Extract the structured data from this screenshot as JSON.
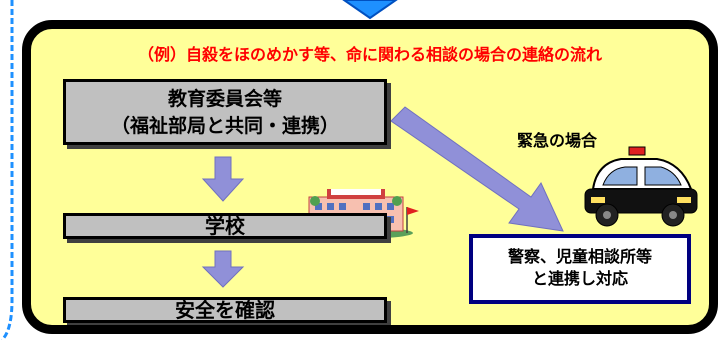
{
  "heading": "（例）自殺をほのめかす等、命に関わる相談の場合の連絡の流れ",
  "boxes": {
    "education_line1": "教育委員会等",
    "education_line2": "（福祉部局と共同・連携）",
    "school": "学校",
    "safety": "安全を確認",
    "police_line1": "警察、児童相談所等",
    "police_line2": "と連携し対応"
  },
  "emergency_label": "緊急の場合",
  "colors": {
    "panel_bg": "#ffff99",
    "panel_border": "#000000",
    "heading": "#ff0000",
    "box_bg": "#c0c0c0",
    "arrow": "#9090d8",
    "police_border": "#000080",
    "side_border": "#1e90ff"
  },
  "icons": {
    "school": "school-building-icon",
    "police": "police-car-icon"
  }
}
